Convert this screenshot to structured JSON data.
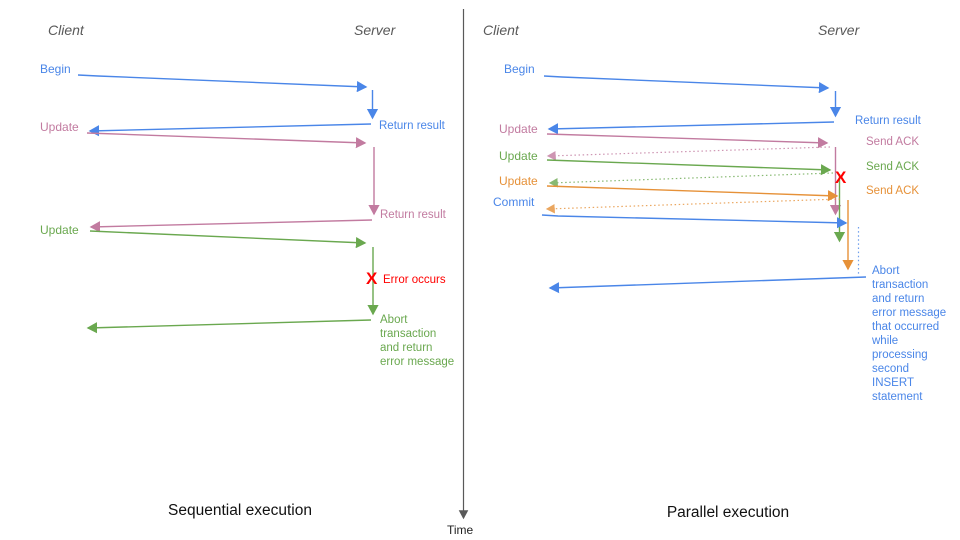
{
  "colors": {
    "blue": "#4a86e8",
    "pink": "#c27ba0",
    "green": "#6aa84f",
    "orange": "#e69138",
    "red": "#ff0000",
    "header_gray": "#595959"
  },
  "time_axis": {
    "label": "Time"
  },
  "left": {
    "title": "Sequential execution",
    "client_header": "Client",
    "server_header": "Server",
    "messages": {
      "begin": "Begin",
      "update1": "Update",
      "update2": "Update"
    },
    "annotations": {
      "return1": "Return result",
      "return2": "Return result",
      "error_mark": "X",
      "error": "Error occurs",
      "abort": "Abort\ntransaction\nand return\nerror message"
    }
  },
  "right": {
    "title": "Parallel execution",
    "client_header": "Client",
    "server_header": "Server",
    "messages": {
      "begin": "Begin",
      "update1": "Update",
      "update2": "Update",
      "update3": "Update",
      "commit": "Commit"
    },
    "annotations": {
      "return_result": "Return result",
      "ack1": "Send ACK",
      "ack2": "Send ACK",
      "ack3": "Send ACK",
      "error_mark": "X",
      "abort": "Abort\ntransaction\nand return\nerror message\nthat occurred\nwhile\nprocessing\nsecond\nINSERT\nstatement"
    }
  }
}
